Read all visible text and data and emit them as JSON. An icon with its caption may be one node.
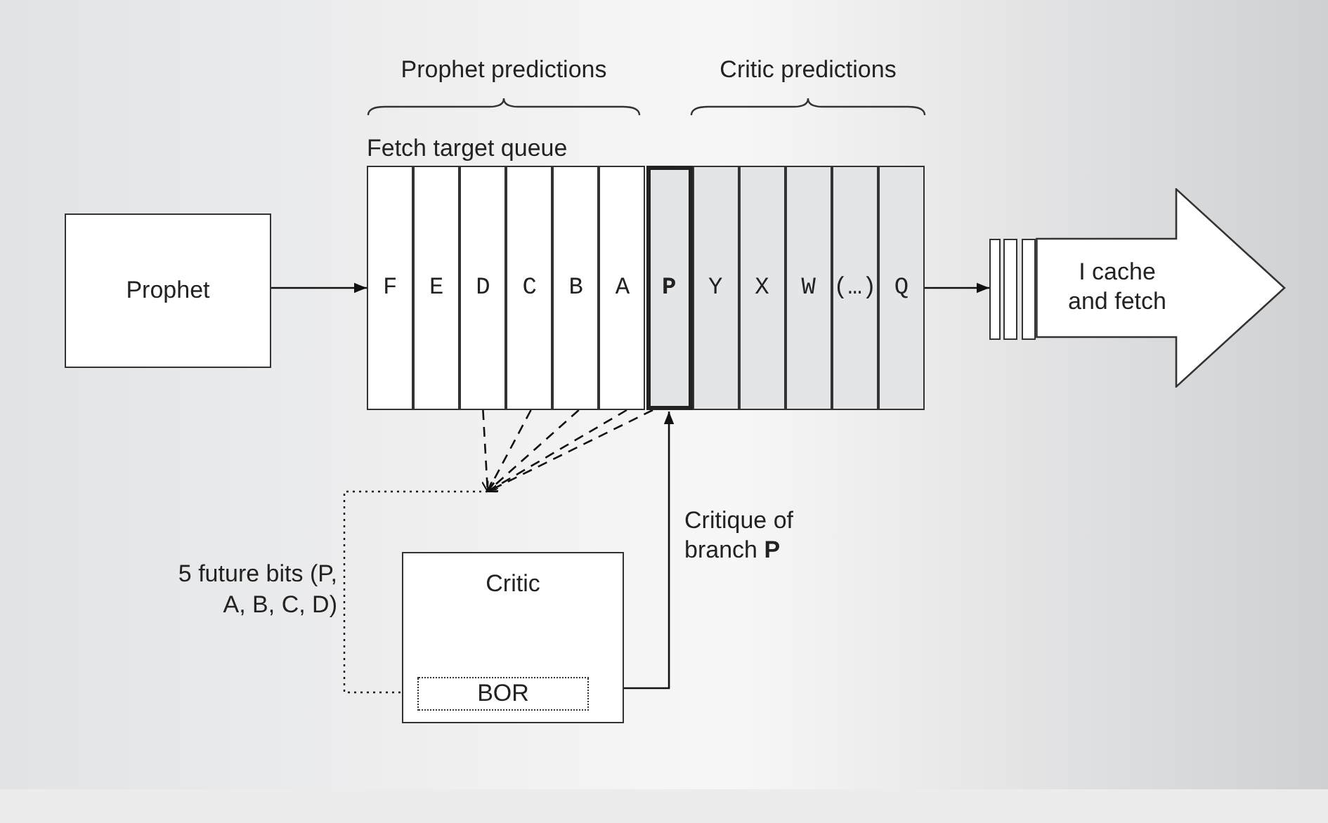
{
  "diagram": {
    "nodes": [
      {
        "text": [
          "Prophet"
        ]
      },
      {
        "text": [
          "Fetch target queue"
        ]
      },
      {
        "text": [
          "F"
        ],
        "in": 1
      },
      {
        "text": [
          "E"
        ],
        "in": 1
      },
      {
        "text": [
          "D"
        ],
        "in": 1
      },
      {
        "text": [
          "C"
        ],
        "in": 1
      },
      {
        "text": [
          "B"
        ],
        "in": 1
      },
      {
        "text": [
          "A"
        ],
        "in": 1
      },
      {
        "text": [
          "P"
        ],
        "in": 1
      },
      {
        "text": [
          "Y"
        ],
        "in": 1
      },
      {
        "text": [
          "X"
        ],
        "in": 1
      },
      {
        "text": [
          "W"
        ],
        "in": 1
      },
      {
        "text": [
          "(…)"
        ],
        "in": 1
      },
      {
        "text": [
          "Q"
        ],
        "in": 1
      },
      {
        "text": [],
        "shape": "bar"
      },
      {
        "text": [],
        "shape": "bar"
      },
      {
        "text": [],
        "shape": "bar"
      },
      {
        "text": [
          "I cache and fetch"
        ]
      },
      {
        "text": [
          "Critic"
        ]
      },
      {
        "text": [
          "BOR"
        ],
        "in": 18
      }
    ],
    "edges": [
      {
        "from": 0,
        "to": 2,
        "arrow": "to"
      },
      {
        "from": 13,
        "to": 14,
        "arrow": "to"
      },
      {
        "from": 4,
        "to": 19,
        "arrow": "to",
        "style": "dashed"
      },
      {
        "from": 5,
        "to": 19,
        "arrow": "to",
        "style": "dashed"
      },
      {
        "from": 6,
        "to": 19,
        "arrow": "to",
        "style": "dashed"
      },
      {
        "from": 7,
        "to": 19,
        "arrow": "to",
        "style": "dashed"
      },
      {
        "from": 8,
        "to": 19,
        "arrow": "to",
        "style": "dashed"
      },
      {
        "from": 18,
        "to": 8,
        "arrow": "to",
        "label": "Critique of branch **P**"
      }
    ],
    "labels": [
      "Prophet predictions",
      "Critic predictions",
      "5 future bits (P, A, B, C, D)"
    ]
  }
}
